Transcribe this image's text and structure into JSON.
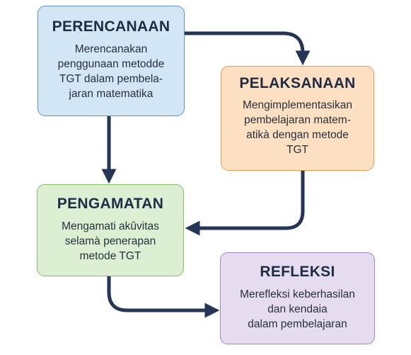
{
  "colors": {
    "arrow": "#243556",
    "planning_fill": "#d2e6f5",
    "action_fill": "#fde0c2",
    "observation_fill": "#dcefd3",
    "reflection_fill": "#e5dcf0"
  },
  "nodes": {
    "perencanaan": {
      "title": "PERENCANAAN",
      "text": "Merencanakan\npenggunaan metodde\nTGT dalam pembela-\njaran matematika"
    },
    "pelaksanaan": {
      "title": "PELAKSANAAN",
      "text": "Mengimplementasikan\npembelajaran matem-\natikà dengan metode\nTGT"
    },
    "pengamatan": {
      "title": "PENGAMATAN",
      "text": "Mengamati akûvitas\nselamà penerapan\nmetode TGT"
    },
    "refleksi": {
      "title": "REFLEKSI",
      "text": "Merefleksi keberhasilan\ndan kendaia\ndalam pembelajaran"
    }
  },
  "edges": [
    {
      "from": "PERENCANAAN",
      "to": "PELAKSANAAN"
    },
    {
      "from": "PERENCANAAN",
      "to": "PENGAMATAN"
    },
    {
      "from": "PELAKSANAAN",
      "to": "PENGAMATAN"
    },
    {
      "from": "PENGAMATAN",
      "to": "REFLEKSI"
    }
  ]
}
